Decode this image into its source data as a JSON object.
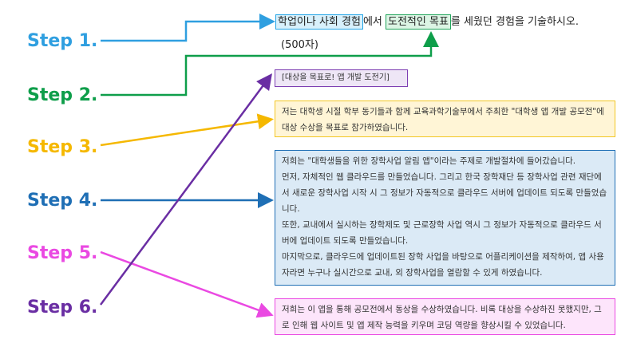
{
  "steps": [
    "Step 1.",
    "Step 2.",
    "Step 3.",
    "Step 4.",
    "Step 5.",
    "Step 6."
  ],
  "question": {
    "hl1": "학업이나 사회 경험",
    "mid": "에서 ",
    "hl2": "도전적인 목표",
    "rest": "를 세웠던 경험을 기술하시오.",
    "limit": "(500자)"
  },
  "answer": {
    "title": "[대상을 목표로! 앱 개발 도전기]",
    "goal": "저는 대학생 시절 학부 동기들과 함께 교육과학기술부에서 주최한 \"대학생 앱 개발 공모전\"에 대상 수상을 목표로 참가하였습니다.",
    "process": [
      "저희는 \"대학생들을 위한 장학사업 알림 앱\"이라는 주제로 개발절차에 들어갔습니다.",
      "먼저, 자체적인 웹 클라우드를 만들었습니다. 그리고 한국 장학재단 등 장학사업 관련 재단에서 새로운 장학사업 시작 시 그 정보가 자동적으로 클라우드 서버에 업데이트 되도록 만들었습니다.",
      "또한, 교내에서 실시하는 장학제도 및 근로장학 사업 역시 그 정보가 자동적으로 클라우드 서버에 업데이트 되도록 만들었습니다.",
      "마지막으로, 클라우드에 업데이트된 장학 사업을 바탕으로 어플리케이션을 제작하여, 앱 사용자라면 누구나 실시간으로 교내, 외 장학사업을 열람할 수 있게 하였습니다."
    ],
    "result": "저희는 이 앱을 통해 공모전에서 동상을 수상하였습니다. 비록 대상을 수상하진 못했지만, 그로 인해 웹 사이트 및 앱 제작 능력을 키우며 코딩 역량을 향상시킬 수 있었습니다."
  },
  "colors": {
    "step1": "#2f9fe0",
    "step2": "#0e9e4a",
    "step3": "#f5b800",
    "step4": "#1f6fb5",
    "step5": "#ea49e2",
    "step6": "#6a2ea3"
  }
}
